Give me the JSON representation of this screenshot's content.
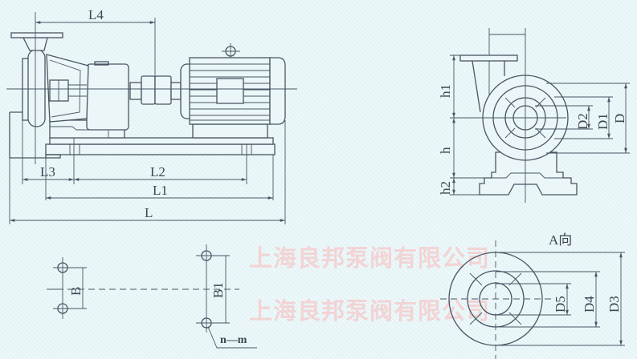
{
  "watermark": "上海良邦泵阀有限公司",
  "side_view": {
    "dims": {
      "L4": "L4",
      "L3": "L3",
      "L2": "L2",
      "L1": "L1",
      "L": "L"
    }
  },
  "end_view": {
    "dims": {
      "h1": "h1",
      "h": "h",
      "h2": "h2",
      "D2": "D2",
      "D1": "D1",
      "D": "D"
    }
  },
  "a_view": {
    "title": "A向",
    "dims": {
      "D5": "D5",
      "D4": "D4",
      "D3": "D3"
    }
  },
  "bolt_holes": {
    "B": "B",
    "B1": "B1",
    "note": "n—m"
  },
  "colors": {
    "line": "#4a5563",
    "background": "#eaf6f8",
    "watermark": "#f6c9c9"
  }
}
